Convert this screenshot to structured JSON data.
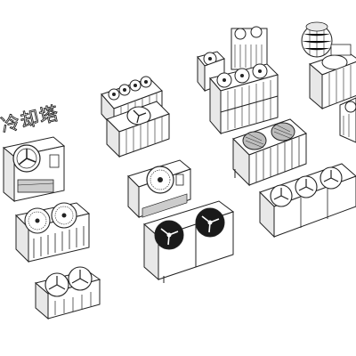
{
  "caption": "冷却塔",
  "palette": {
    "stroke": "#222222",
    "panel": "#ffffff",
    "shade": "#bdbdbd",
    "dark": "#1a1a1a"
  },
  "units": [
    {
      "name": "cooling-unit-single-fan-box",
      "style": "light"
    },
    {
      "name": "cooling-unit-double-fan-grille",
      "style": "light"
    },
    {
      "name": "cooling-unit-double-fan-small",
      "style": "light"
    },
    {
      "name": "cooling-unit-four-fan-top",
      "style": "light"
    },
    {
      "name": "cooling-unit-single-fan-compact",
      "style": "light"
    },
    {
      "name": "cooling-unit-dark-fan-pair",
      "style": "dark"
    },
    {
      "name": "cooling-unit-stacked-tower",
      "style": "light"
    },
    {
      "name": "cooling-unit-two-grille-top",
      "style": "light"
    },
    {
      "name": "cooling-unit-triple-fan-wide",
      "style": "light"
    },
    {
      "name": "cooling-unit-round-tower",
      "style": "light"
    },
    {
      "name": "cooling-unit-edge-partial",
      "style": "light"
    }
  ]
}
